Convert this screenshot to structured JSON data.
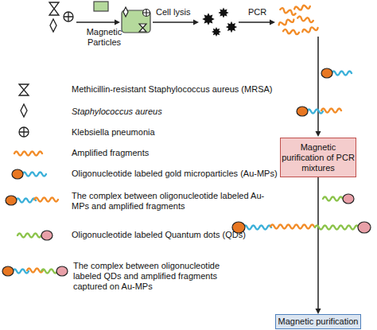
{
  "diagram": {
    "nodes": [
      {
        "text": [
          "Magnetic purification of PCR mixtures"
        ]
      },
      {
        "text": [
          "Magnetic purification"
        ]
      }
    ],
    "edges": [
      {
        "from": 0,
        "to": 1,
        "arrow": "to"
      }
    ],
    "labels": [
      "Magnetic Particles",
      "Cell lysis",
      "PCR"
    ],
    "legend": [
      {
        "text": "Methicillin-resistant Staphylococcus aureus (MRSA)"
      },
      {
        "text": "Staphylococcus aureus"
      },
      {
        "text": "Klebsiella pneumonia"
      },
      {
        "text": "Amplified fragments"
      },
      {
        "text": "Oligonucleotide labeled gold microparticles (Au-MPs)"
      },
      {
        "text": "The complex between oligonucleotide labeled Au-MPs and amplified fragments"
      },
      {
        "text": "Oligonucleotide labeled Quantum dots (QDs)"
      },
      {
        "text": "The complex between oligonucleotide labeled QDs and amplified fragments captured on Au-MPs"
      }
    ]
  }
}
